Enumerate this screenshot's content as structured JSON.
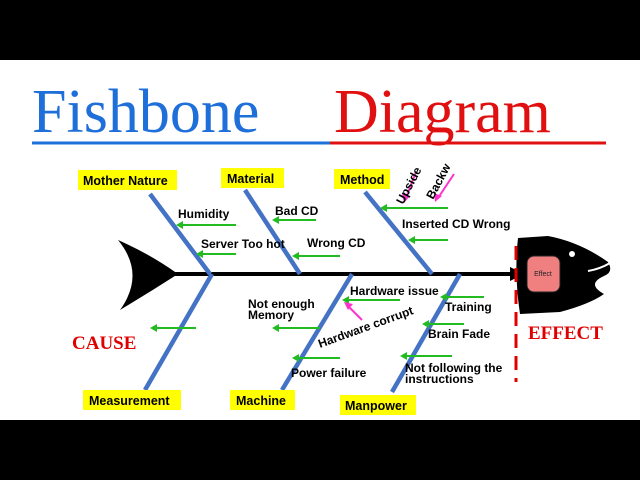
{
  "title": {
    "word1": "Fishbone",
    "word2": "Diagram",
    "color1": "#1e6fd9",
    "color2": "#e01010"
  },
  "effect_label": "Effect",
  "side_labels": {
    "cause": "CAUSE",
    "effect": "EFFECT"
  },
  "categories": {
    "mother_nature": "Mother Nature",
    "material": "Material",
    "method": "Method",
    "measurement": "Measurement",
    "machine": "Machine",
    "manpower": "Manpower"
  },
  "causes": {
    "humidity": "Humidity",
    "server_too_hot": "Server Too hot",
    "bad_cd": "Bad CD",
    "wrong_cd": "Wrong CD",
    "upside": "Upside",
    "backw": "Backw",
    "inserted_cd_wrong": "Inserted CD Wrong",
    "not_enough": "Not enough",
    "memory": "Memory",
    "hardware_issue": "Hardware issue",
    "hardware_corrupt": "Hardware corrupt",
    "power_failure": "Power failure",
    "training": "Training",
    "brain_fade": "Brain Fade",
    "not_following": "Not following the",
    "instructions": "instructions"
  },
  "colors": {
    "bone": "#4472c4",
    "arrow": "#22bb22",
    "pink_arrow": "#ff33cc",
    "label_bg": "#ffff00",
    "head": "#000000",
    "effect_box": "#f08080",
    "divider": "#e00000",
    "underline_blue": "#1e6fd9",
    "underline_red": "#e01010"
  }
}
